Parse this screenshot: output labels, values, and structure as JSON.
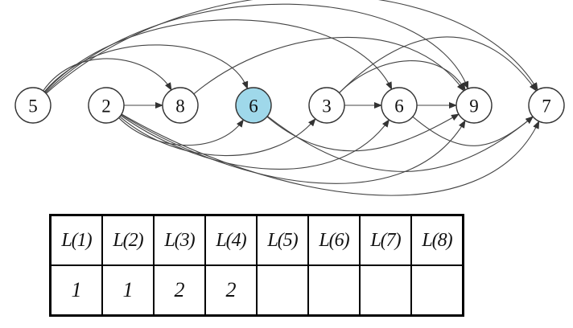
{
  "graph": {
    "nodes": [
      {
        "id": "n1",
        "label": "5",
        "highlight": false
      },
      {
        "id": "n2",
        "label": "2",
        "highlight": false
      },
      {
        "id": "n3",
        "label": "8",
        "highlight": false
      },
      {
        "id": "n4",
        "label": "6",
        "highlight": true
      },
      {
        "id": "n5",
        "label": "3",
        "highlight": false
      },
      {
        "id": "n6",
        "label": "6",
        "highlight": false
      },
      {
        "id": "n7",
        "label": "9",
        "highlight": false
      },
      {
        "id": "n8",
        "label": "7",
        "highlight": false
      }
    ],
    "edges": [
      {
        "from": "n1",
        "to": "n3"
      },
      {
        "from": "n1",
        "to": "n4"
      },
      {
        "from": "n1",
        "to": "n6"
      },
      {
        "from": "n1",
        "to": "n7"
      },
      {
        "from": "n1",
        "to": "n8"
      },
      {
        "from": "n2",
        "to": "n3"
      },
      {
        "from": "n2",
        "to": "n4"
      },
      {
        "from": "n2",
        "to": "n5"
      },
      {
        "from": "n2",
        "to": "n6"
      },
      {
        "from": "n2",
        "to": "n7"
      },
      {
        "from": "n2",
        "to": "n8"
      },
      {
        "from": "n3",
        "to": "n7"
      },
      {
        "from": "n4",
        "to": "n7"
      },
      {
        "from": "n4",
        "to": "n8"
      },
      {
        "from": "n5",
        "to": "n6"
      },
      {
        "from": "n5",
        "to": "n7"
      },
      {
        "from": "n5",
        "to": "n8"
      },
      {
        "from": "n6",
        "to": "n7"
      },
      {
        "from": "n6",
        "to": "n8"
      }
    ],
    "highlight_color": "#9fd8ea"
  },
  "table": {
    "headers": [
      "L(1)",
      "L(2)",
      "L(3)",
      "L(4)",
      "L(5)",
      "L(6)",
      "L(7)",
      "L(8)"
    ],
    "values": [
      "1",
      "1",
      "2",
      "2",
      "",
      "",
      "",
      ""
    ]
  }
}
